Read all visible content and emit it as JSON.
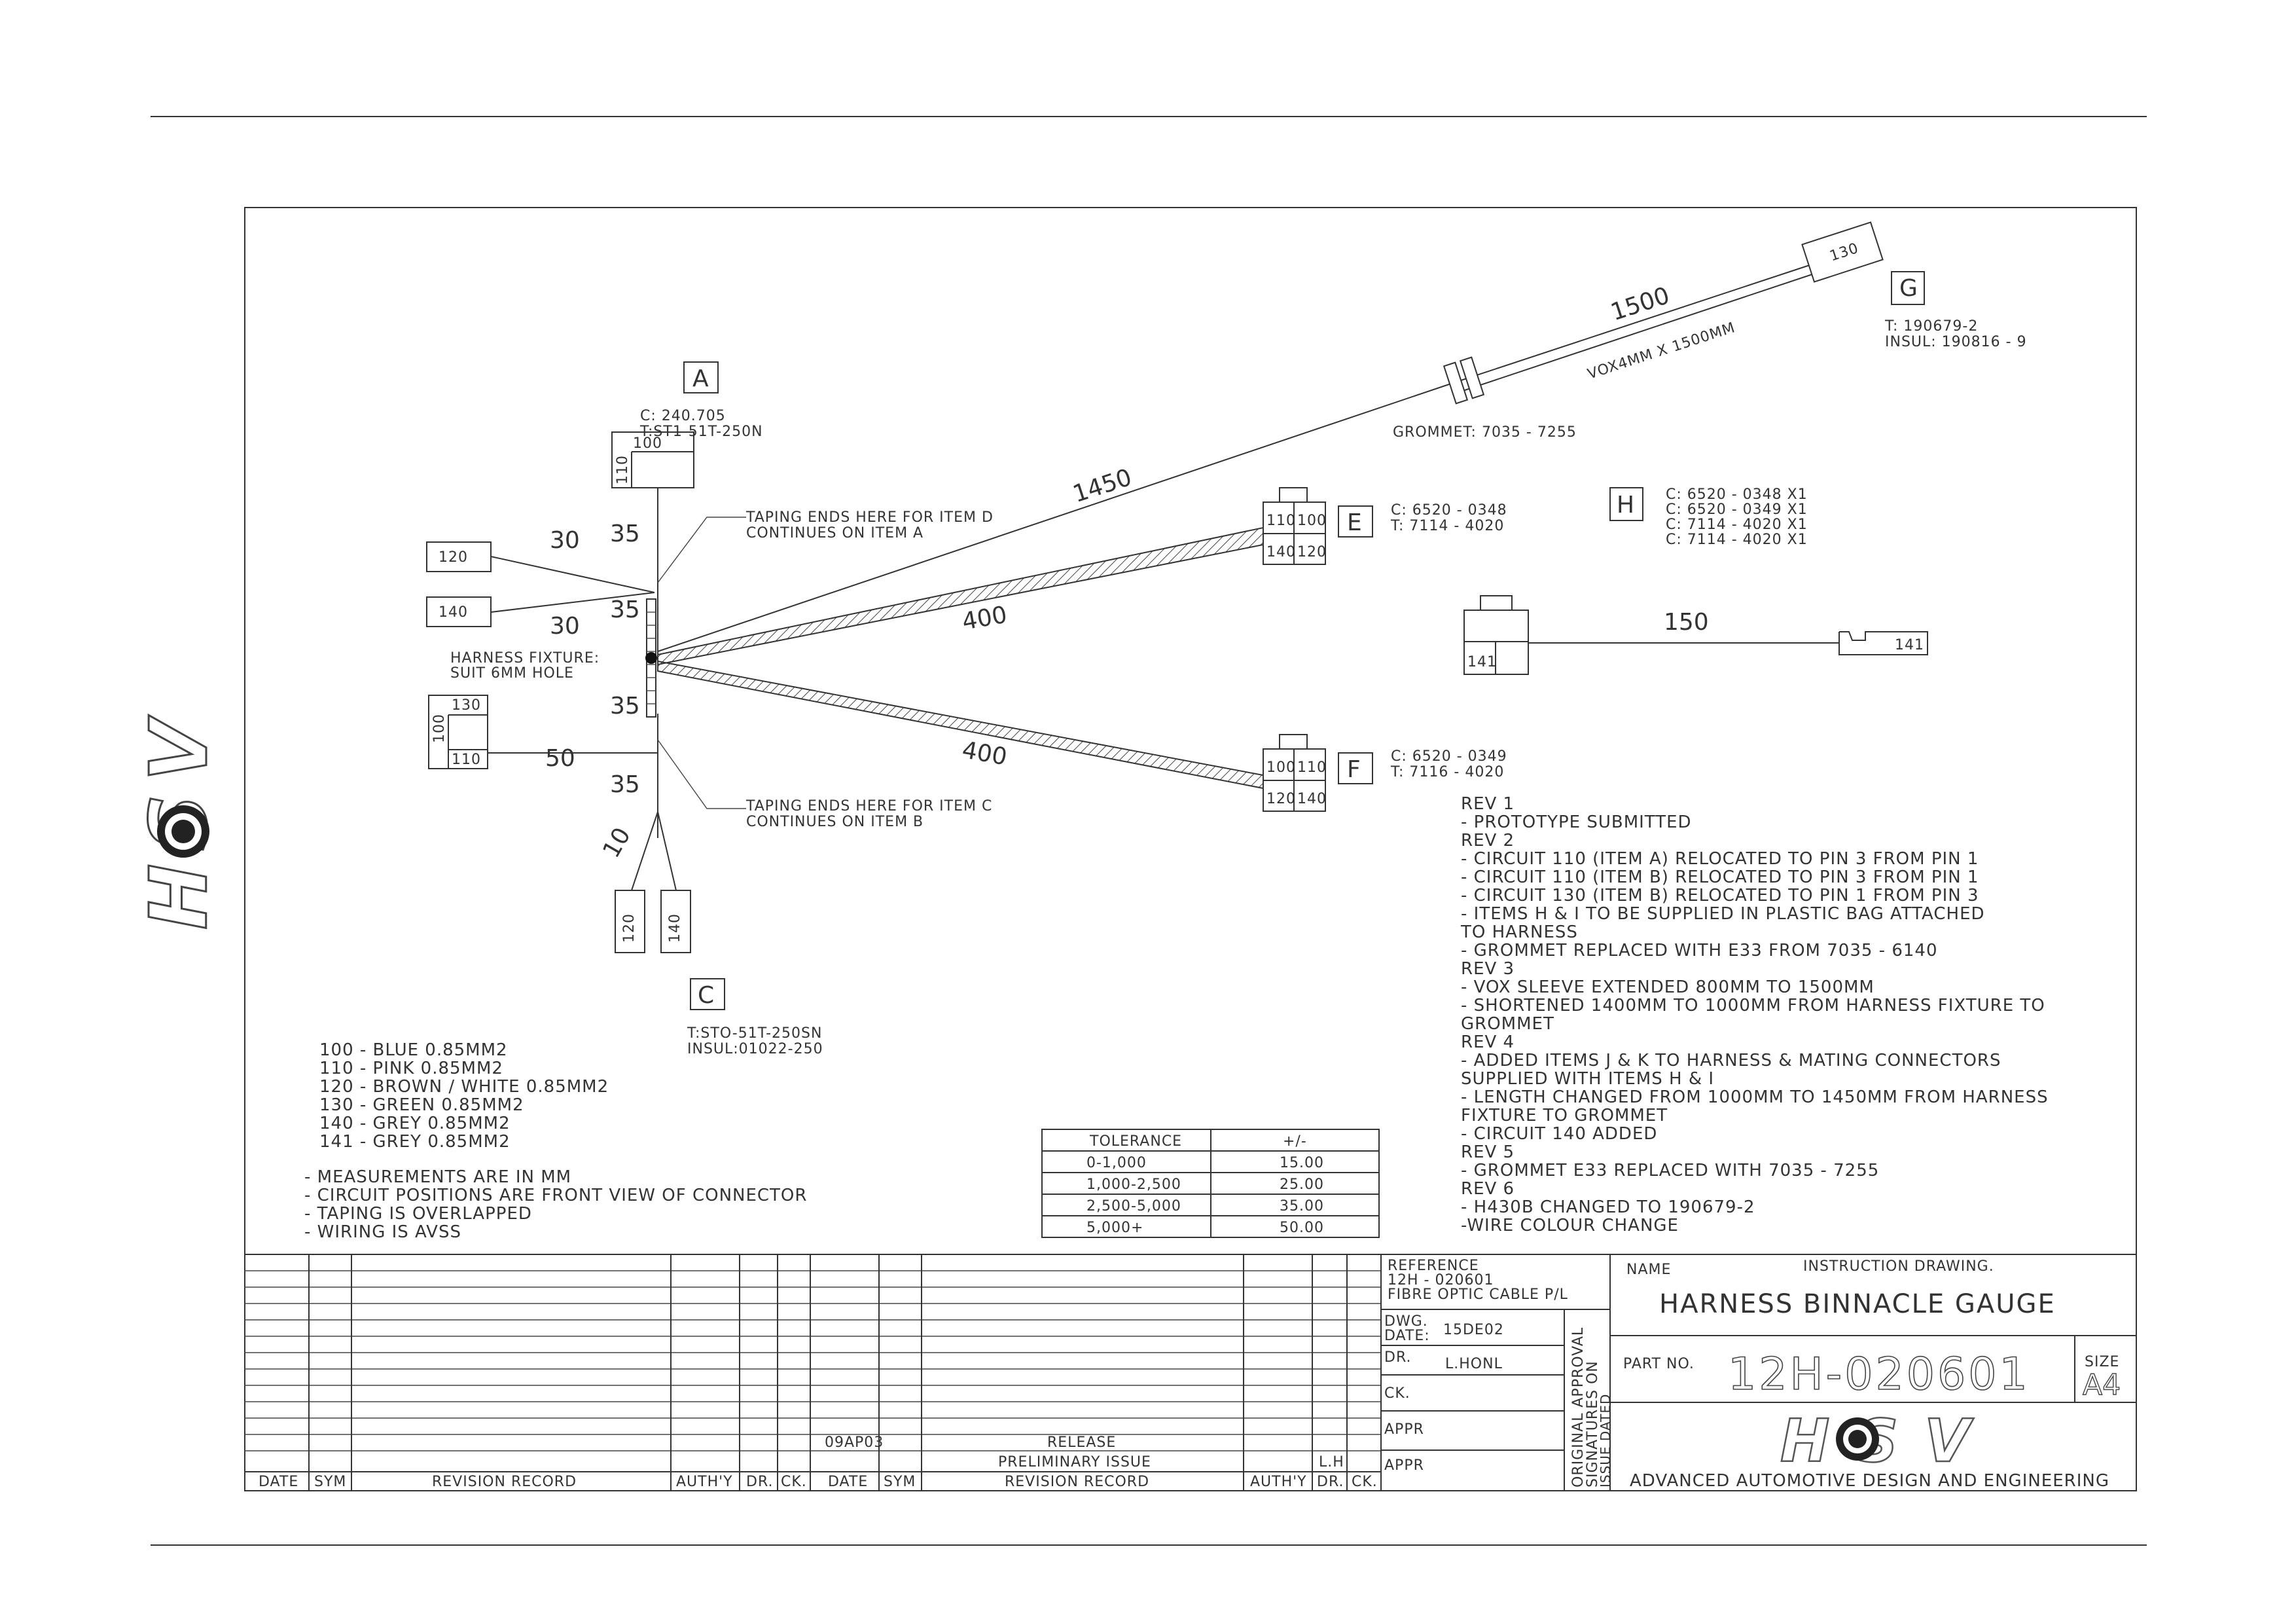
{
  "logo_text": "HSV",
  "items": {
    "A": {
      "letter": "A",
      "line1": "C: 240.705",
      "line2": "T:ST1-51T-250N",
      "pin_a": "100",
      "pin_b": "110"
    },
    "C": {
      "letter": "C",
      "line1": "T:STO-51T-250SN",
      "line2": "INSUL:01022-250",
      "pin_a": "120",
      "pin_b": "140"
    },
    "E": {
      "letter": "E",
      "line1": "C: 6520 - 0348",
      "line2": "T: 7114 - 4020",
      "p1": "110",
      "p2": "100",
      "p3": "140",
      "p4": "120"
    },
    "F": {
      "letter": "F",
      "line1": "C: 6520 - 0349",
      "line2": "T: 7116 - 4020",
      "p1": "100",
      "p2": "110",
      "p3": "120",
      "p4": "140"
    },
    "G": {
      "letter": "G",
      "line1": "T: 190679-2",
      "line2": "INSUL: 190816 - 9",
      "pin": "130"
    },
    "H": {
      "letter": "H",
      "line1": "C: 6520 - 0348  X1",
      "line2": "C: 6520 - 0349  X1",
      "line3": "C: 7114 - 4020  X1",
      "line4": "C: 7114 - 4020  X1"
    }
  },
  "left_connectors": {
    "c120": "120",
    "c140": "140",
    "c130": "130",
    "c100": "100",
    "c110": "110"
  },
  "pin141": {
    "a": "141",
    "b": "141"
  },
  "dims": {
    "d30a": "30",
    "d35a": "35",
    "d35b": "35",
    "d30b": "30",
    "d35c": "35",
    "d50": "50",
    "d35d": "35",
    "d10": "10",
    "d1450": "1450",
    "d1500": "1500",
    "d400a": "400",
    "d400b": "400",
    "d150": "150"
  },
  "labels": {
    "vox": "VOX4MM X 1500MM",
    "grommet": "GROMMET: 7035 - 7255",
    "taping_d1": "TAPING ENDS HERE FOR ITEM D",
    "taping_d2": "CONTINUES ON ITEM A",
    "taping_c1": "TAPING ENDS HERE FOR ITEM C",
    "taping_c2": "CONTINUES ON ITEM B",
    "fixture1": "HARNESS FIXTURE:",
    "fixture2": "SUIT 6MM HOLE"
  },
  "wire_colours": [
    "100 - BLUE 0.85MM2",
    "110 - PINK 0.85MM2",
    "120 - BROWN / WHITE 0.85MM2",
    "130 - GREEN 0.85MM2",
    "140 - GREY 0.85MM2",
    "141 - GREY 0.85MM2"
  ],
  "notes": [
    "- MEASUREMENTS ARE IN MM",
    "- CIRCUIT POSITIONS ARE FRONT VIEW OF CONNECTOR",
    "- TAPING IS OVERLAPPED",
    "- WIRING IS AVSS"
  ],
  "tolerance": {
    "header": [
      "TOLERANCE",
      "+/-"
    ],
    "rows": [
      [
        "0-1,000",
        "15.00"
      ],
      [
        "1,000-2,500",
        "25.00"
      ],
      [
        "2,500-5,000",
        "35.00"
      ],
      [
        "5,000+",
        "50.00"
      ]
    ]
  },
  "revisions": [
    "REV 1",
    "- PROTOTYPE SUBMITTED",
    "REV 2",
    "- CIRCUIT 110 (ITEM A) RELOCATED TO PIN 3 FROM PIN 1",
    "- CIRCUIT 110 (ITEM B) RELOCATED TO PIN 3 FROM PIN 1",
    "- CIRCUIT 130  (ITEM B) RELOCATED TO PIN 1 FROM PIN 3",
    "- ITEMS H & I TO BE SUPPLIED IN PLASTIC BAG ATTACHED",
    "  TO HARNESS",
    "- GROMMET REPLACED WITH E33 FROM 7035 - 6140",
    "REV 3",
    "- VOX SLEEVE EXTENDED 800MM TO 1500MM",
    "- SHORTENED 1400MM TO 1000MM FROM HARNESS FIXTURE TO",
    "  GROMMET",
    "REV 4",
    "- ADDED ITEMS J & K TO HARNESS & MATING CONNECTORS",
    "  SUPPLIED WITH ITEMS H & I",
    "- LENGTH CHANGED FROM 1000MM TO 1450MM FROM HARNESS",
    "  FIXTURE TO GROMMET",
    "- CIRCUIT 140 ADDED",
    "REV 5",
    "- GROMMET E33 REPLACED WITH 7035 - 7255",
    "REV 6",
    "- H430B CHANGED TO 190679-2",
    "-WIRE COLOUR CHANGE"
  ],
  "title_block": {
    "rr_headers": [
      "DATE",
      "SYM",
      "REVISION RECORD",
      "AUTH'Y",
      "DR.",
      "CK.",
      "DATE",
      "SYM",
      "REVISION RECORD",
      "AUTH'Y",
      "DR.",
      "CK."
    ],
    "rr_date": "09AP03",
    "rr_release": "RELEASE",
    "rr_prelim": "PRELIMINARY ISSUE",
    "rr_dr": "L.H",
    "reference_label": "REFERENCE",
    "reference_1": "12H - 020601",
    "reference_2": "FIBRE OPTIC CABLE P/L",
    "dwg_date_label1": "DWG.",
    "dwg_date_label2": "DATE:",
    "dwg_date": "15DE02",
    "dr_label": "DR.",
    "dr_value": "L.HONL",
    "ck_label": "CK.",
    "appr_label": "APPR",
    "appr_label2": "APPR",
    "vertical_1": "ORIGINAL APPROVAL",
    "vertical_2": "SIGNATURES ON",
    "vertical_3": "ISSUE DATED",
    "name_label": "NAME",
    "instruction": "INSTRUCTION DRAWING.",
    "title": "HARNESS BINNACLE GAUGE",
    "part_label": "PART NO.",
    "part_no": "12H-020601",
    "size_label": "SIZE",
    "size": "A4",
    "company": "ADVANCED AUTOMOTIVE DESIGN AND ENGINEERING"
  }
}
